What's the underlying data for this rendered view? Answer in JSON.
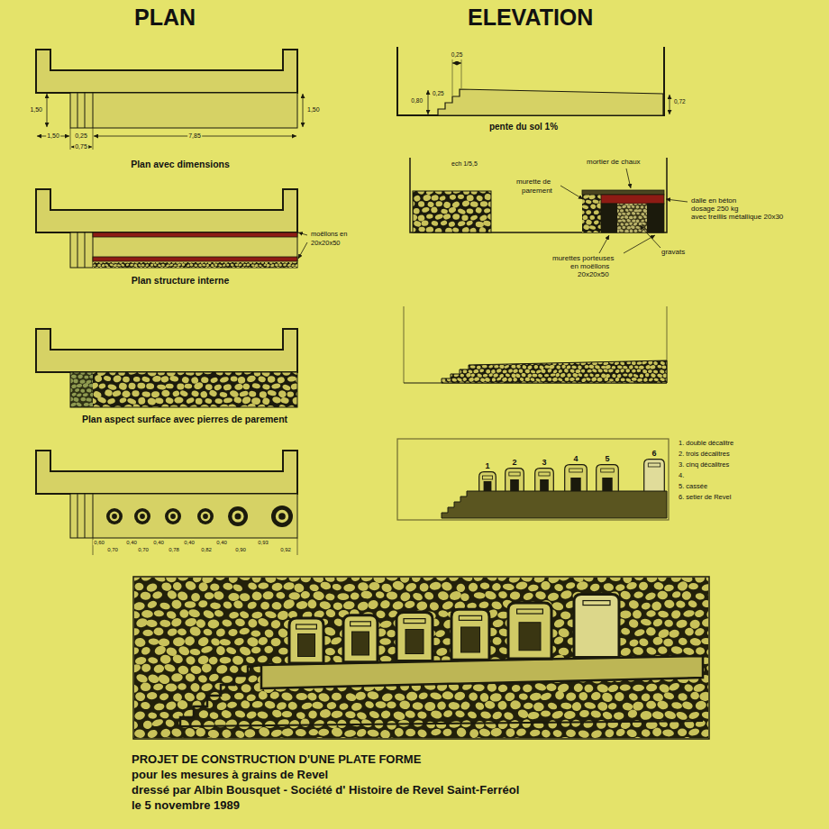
{
  "diagram": {
    "title": "PROJET DE CONSTRUCTION D'UNE PLATE FORME",
    "nodes": [
      {
        "text": [
          "1"
        ]
      },
      {
        "text": [
          "2"
        ]
      },
      {
        "text": [
          "3"
        ]
      },
      {
        "text": [
          "4"
        ]
      },
      {
        "text": [
          "5"
        ]
      },
      {
        "text": [
          "6"
        ]
      }
    ],
    "labels": [
      "PLAN",
      "ELEVATION",
      "1,50",
      "1,50",
      "1,50",
      "0,25",
      "0,75",
      "7,85",
      "Plan avec dimensions",
      "moëllons en",
      "20x20x50",
      "Plan structure interne",
      "Plan aspect surface  avec pierres de parement",
      "0,60",
      "0,40",
      "0,40",
      "0,40",
      "0,40",
      "0,93",
      "0,70",
      "0,70",
      "0,78",
      "0,82",
      "0,90",
      "0,92",
      "0,25",
      "0,80",
      "0,25",
      "0,72",
      "pente du sol 1%",
      "ech 1/5,5",
      "murette de",
      "parement",
      "mortier de chaux",
      "dalle en béton",
      "dosage 250 kg",
      "avec treillis métallique 20x30",
      "gravats",
      "murettes porteuses",
      "en moëllons",
      "20x20x50",
      "1. double décalitre",
      "2. trois décalitres",
      "3. cinq décalitres",
      "4.",
      "5. cassée",
      "6. setier de Revel",
      "pour les mesures à grains de Revel",
      "dressé par Albin Bousquet - Société d' Histoire de Revel Saint-Ferréol",
      "le 5 novembre 1989"
    ]
  }
}
